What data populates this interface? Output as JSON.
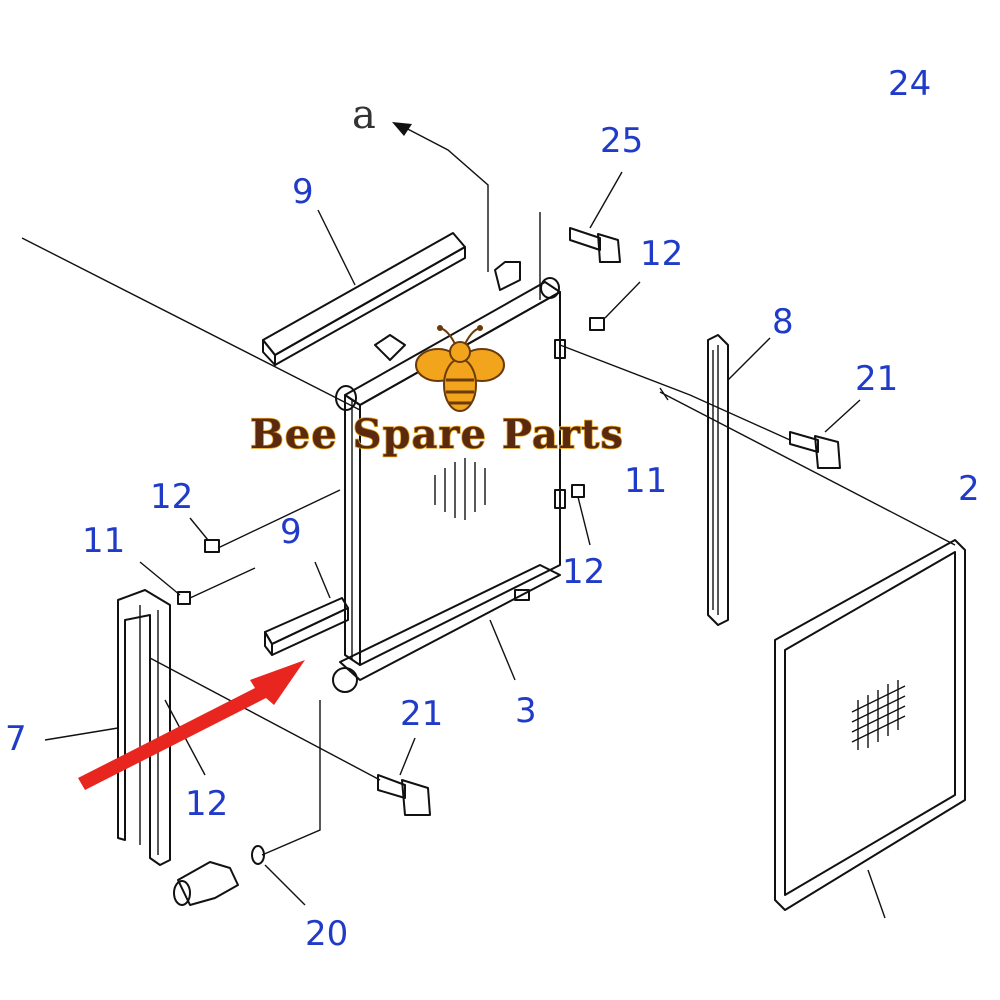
{
  "diagram": {
    "arrow_label": "a",
    "watermark": "Bee Spare Parts",
    "callouts": [
      {
        "id": "c25",
        "text": "25"
      },
      {
        "id": "c9top",
        "text": "9"
      },
      {
        "id": "c12a",
        "text": "12"
      },
      {
        "id": "c8",
        "text": "8"
      },
      {
        "id": "c21a",
        "text": "21"
      },
      {
        "id": "c11a",
        "text": "11"
      },
      {
        "id": "c12b",
        "text": "12"
      },
      {
        "id": "c11b",
        "text": "11"
      },
      {
        "id": "c9mid",
        "text": "9"
      },
      {
        "id": "c12c",
        "text": "12"
      },
      {
        "id": "c21b",
        "text": "21"
      },
      {
        "id": "c3",
        "text": "3"
      },
      {
        "id": "c12d",
        "text": "12"
      },
      {
        "id": "c7",
        "text": "7"
      },
      {
        "id": "c2",
        "text": "2"
      },
      {
        "id": "c24",
        "text": "24"
      },
      {
        "id": "c20",
        "text": "20"
      }
    ],
    "colors": {
      "callout": "#1f3bc8",
      "line": "#111111",
      "highlight_arrow": "#e8261f",
      "watermark_text": "#5a2a10",
      "bee": "#f2a51c"
    }
  }
}
